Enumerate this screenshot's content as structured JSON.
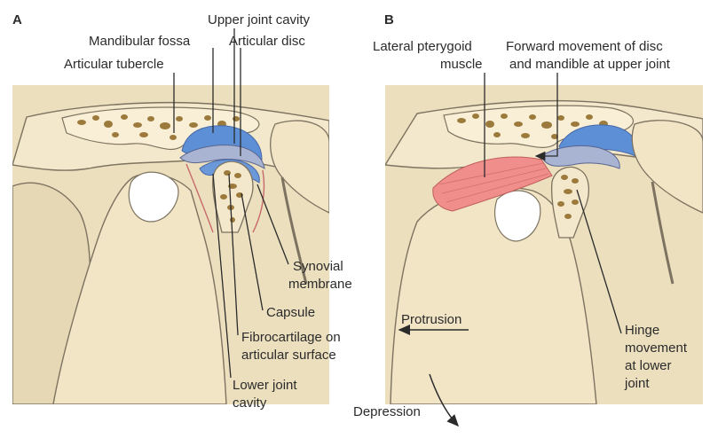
{
  "panel_a": {
    "letter": "A",
    "labels": {
      "upper_joint_cavity": "Upper joint cavity",
      "mandibular_fossa": "Mandibular fossa",
      "articular_disc": "Articular disc",
      "articular_tubercle": "Articular tubercle",
      "synovial_membrane_1": "Synovial",
      "synovial_membrane_2": "membrane",
      "capsule": "Capsule",
      "fibrocartilage_1": "Fibrocartilage on",
      "fibrocartilage_2": "articular surface",
      "lower_joint_cavity_1": "Lower joint",
      "lower_joint_cavity_2": "cavity"
    }
  },
  "panel_b": {
    "letter": "B",
    "labels": {
      "lateral_pterygoid_1": "Lateral pterygoid",
      "lateral_pterygoid_2": "muscle",
      "forward_movement_1": "Forward movement of disc",
      "forward_movement_2": "and mandible at upper joint",
      "protrusion": "Protrusion",
      "depression": "Depression",
      "hinge_1": "Hinge",
      "hinge_2": "movement",
      "hinge_3": "at lower",
      "hinge_4": "joint"
    }
  },
  "colors": {
    "bone": "#efe3c4",
    "bone_outline": "#7d7360",
    "bone_highlight": "#fbf4e2",
    "cancellous_bone": "#9c7a3c",
    "joint_cavity": "#5c8fd6",
    "disc": "#a9b3d2",
    "muscle": "#ef8e8a",
    "leader_line": "#2b2b2b"
  }
}
